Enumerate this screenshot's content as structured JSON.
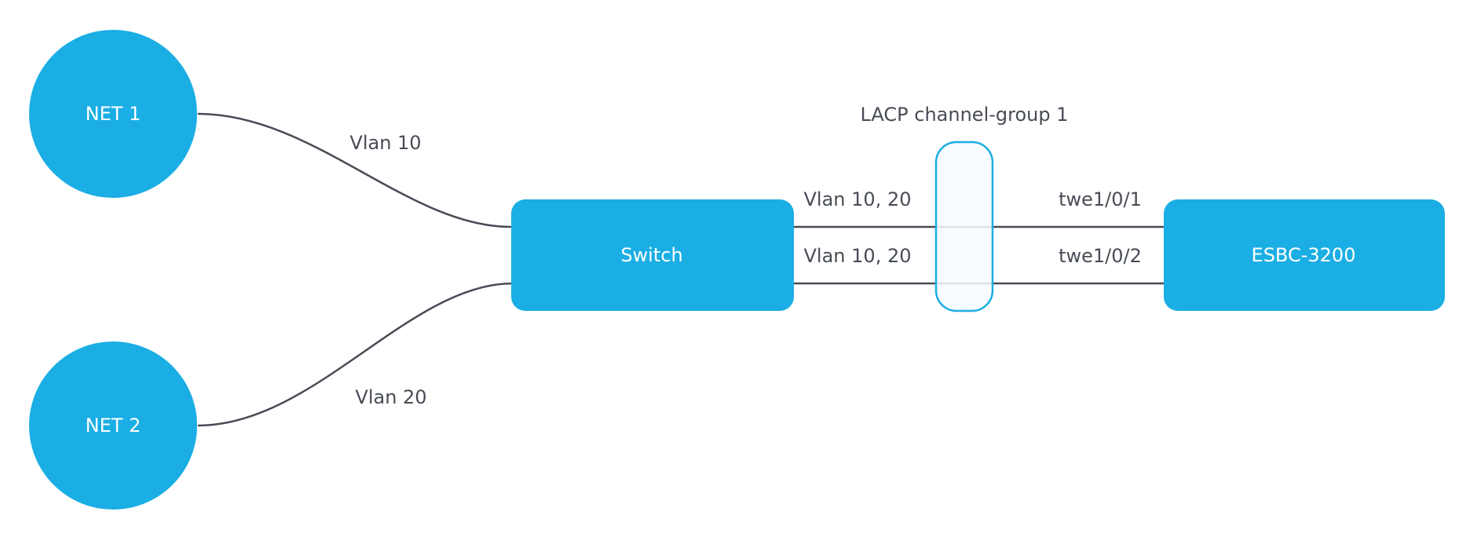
{
  "colors": {
    "node_fill": "#1baee4",
    "node_text": "#ffffff",
    "line": "#474c55",
    "label": "#474c55",
    "lag_stroke": "#1baee4",
    "lag_fill": "#f7fbfe"
  },
  "nodes": {
    "net1": "NET 1",
    "net2": "NET 2",
    "switch": "Switch",
    "esbc": "ESBC-3200"
  },
  "links": {
    "net1_vlan": "Vlan 10",
    "net2_vlan": "Vlan 20",
    "trunk_top_vlan": "Vlan 10, 20",
    "trunk_bottom_vlan": "Vlan 10, 20",
    "port_top": "twe1/0/1",
    "port_bottom": "twe1/0/2"
  },
  "lacp": {
    "label": "LACP channel-group 1"
  }
}
